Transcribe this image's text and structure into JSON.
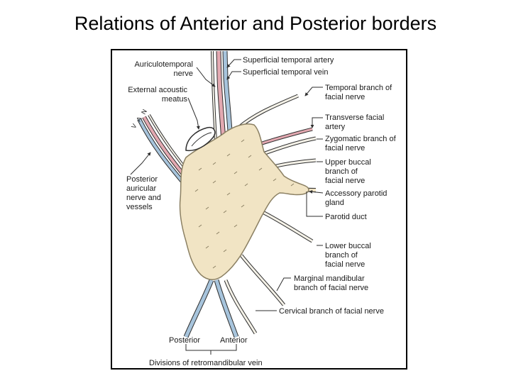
{
  "title": "Relations of Anterior and Posterior borders",
  "colors": {
    "artery": "#e3a9b1",
    "vein": "#a7c4dc",
    "nerve": "#f4f1e7",
    "gland_fill": "#f1e4c4",
    "gland_stroke": "#8b8063",
    "outline": "#2e2e2e"
  },
  "diagram": {
    "labels": {
      "auriculotemporal_nerve": [
        "Auriculotemporal",
        "nerve"
      ],
      "external_acoustic_meatus": [
        "External acoustic",
        "meatus"
      ],
      "superficial_temporal_artery": [
        "Superficial temporal artery"
      ],
      "superficial_temporal_vein": [
        "Superficial temporal vein"
      ],
      "temporal_branch": [
        "Temporal branch of",
        "facial nerve"
      ],
      "transverse_facial_artery": [
        "Transverse facial",
        "artery"
      ],
      "zygomatic_branch": [
        "Zygomatic branch of",
        "facial nerve"
      ],
      "upper_buccal_branch": [
        "Upper buccal",
        "branch of",
        "facial nerve"
      ],
      "accessory_parotid_gland": [
        "Accessory parotid",
        "gland"
      ],
      "parotid_duct": [
        "Parotid duct"
      ],
      "posterior_auricular": [
        "Posterior",
        "auricular",
        "nerve and",
        "vessels"
      ],
      "lower_buccal_branch": [
        "Lower buccal",
        "branch of",
        "facial nerve"
      ],
      "marginal_mandibular_branch": [
        "Marginal mandibular",
        "branch of facial nerve"
      ],
      "cervical_branch": [
        "Cervical branch of facial nerve"
      ],
      "posterior_division": [
        "Posterior"
      ],
      "anterior_division": [
        "Anterior"
      ],
      "retromandibular_divisions": [
        "Divisions of retromandibular vein"
      ],
      "van": [
        "V",
        "A",
        "N"
      ]
    }
  }
}
